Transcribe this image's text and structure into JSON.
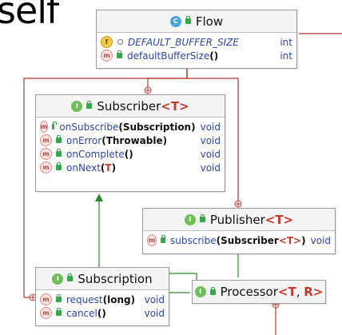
{
  "fragment_text": "self",
  "flow": {
    "title": "Flow",
    "rows": [
      {
        "icon": "f",
        "vis": "protected",
        "name": "DEFAULT_BUFFER_SIZE",
        "ret": "int"
      },
      {
        "icon": "m",
        "vis": "public",
        "name": "defaultBufferSize",
        "params": "()",
        "ret": "int"
      }
    ]
  },
  "subscriber": {
    "title": "Subscriber",
    "type_params": "<T>",
    "rows": [
      {
        "name": "onSubscribe",
        "params": "(Subscription)",
        "ret": "void"
      },
      {
        "name": "onError",
        "params": "(Throwable)",
        "ret": "void"
      },
      {
        "name": "onComplete",
        "params": "()",
        "ret": "void"
      },
      {
        "name": "onNext",
        "p_open": "(",
        "p_type": "T",
        "p_close": ")",
        "ret": "void"
      }
    ]
  },
  "publisher": {
    "title": "Publisher",
    "type_params": "<T>",
    "rows": [
      {
        "name": "subscribe",
        "p_open": "(Subscriber",
        "p_type": "<T>",
        "p_close": ")",
        "ret": "void"
      }
    ]
  },
  "subscription": {
    "title": "Subscription",
    "rows": [
      {
        "name": "request",
        "params": "(long)",
        "ret": "void"
      },
      {
        "name": "cancel",
        "params": "()",
        "ret": "void"
      }
    ]
  },
  "processor": {
    "title": "Processor",
    "t_open": "<",
    "t_first": "T",
    "t_sep": ", ",
    "t_second": "R",
    "t_close": ">"
  },
  "icons": {
    "class_letter": "C",
    "interface_letter": "I",
    "method_letter": "m",
    "field_letter": "f"
  },
  "colors": {
    "inner_line": "#b03a2e",
    "inherit_line": "#2e8b2e",
    "method_name": "#2b45a8",
    "type_param": "#c0392b"
  }
}
